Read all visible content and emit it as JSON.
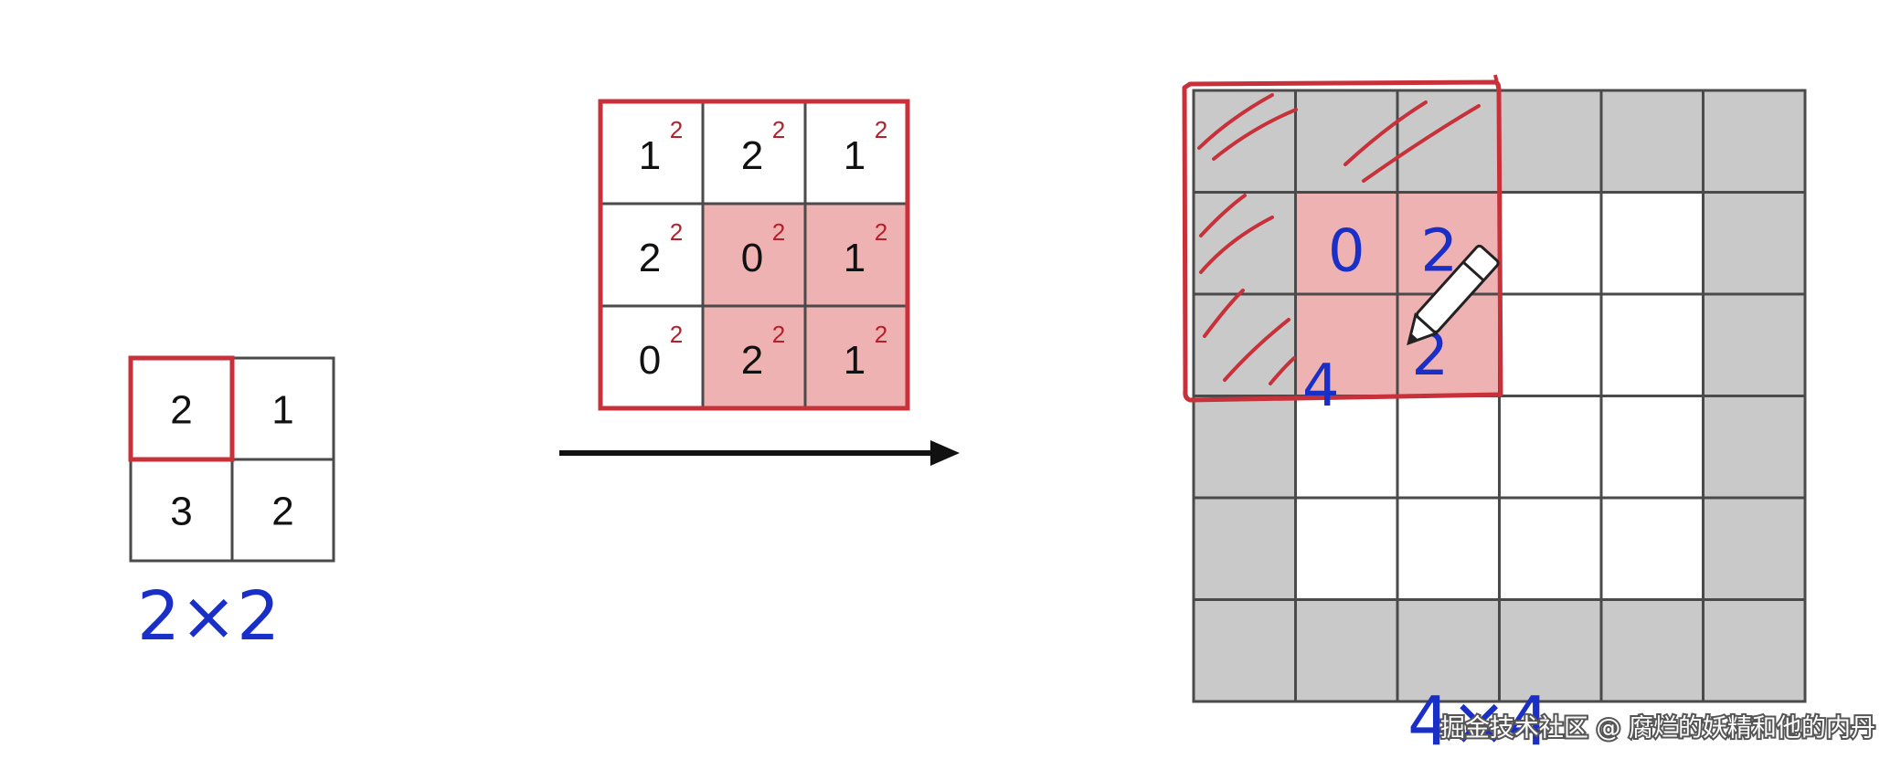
{
  "input": {
    "values": [
      [
        "2",
        "1"
      ],
      [
        "3",
        "2"
      ]
    ],
    "highlighted_cell": [
      0,
      0
    ],
    "size_note": "2×2"
  },
  "kernel": {
    "values": [
      [
        "1",
        "2",
        "1"
      ],
      [
        "2",
        "0",
        "1"
      ],
      [
        "0",
        "2",
        "1"
      ]
    ],
    "superscripts": [
      [
        "2",
        "2",
        "2"
      ],
      [
        "2",
        "2",
        "2"
      ],
      [
        "2",
        "2",
        "2"
      ]
    ],
    "shaded_cells": [
      [
        1,
        1
      ],
      [
        1,
        2
      ],
      [
        2,
        1
      ],
      [
        2,
        2
      ]
    ]
  },
  "output": {
    "grid_size": 6,
    "white_cells": [
      [
        1,
        3
      ],
      [
        1,
        4
      ],
      [
        2,
        3
      ],
      [
        2,
        4
      ],
      [
        3,
        1
      ],
      [
        3,
        2
      ],
      [
        3,
        3
      ],
      [
        3,
        4
      ],
      [
        4,
        1
      ],
      [
        4,
        2
      ],
      [
        4,
        3
      ],
      [
        4,
        4
      ]
    ],
    "shaded_cells": [
      [
        1,
        1
      ],
      [
        1,
        2
      ],
      [
        2,
        1
      ],
      [
        2,
        2
      ]
    ],
    "written_values": [
      {
        "text": "0",
        "row": 1,
        "col": 1
      },
      {
        "text": "2",
        "row": 1,
        "col": 2
      },
      {
        "text": "4",
        "row": 2,
        "col": 1
      },
      {
        "text": "2",
        "row": 2,
        "col": 2
      }
    ],
    "size_note": "4×4"
  },
  "watermark": "掘金技术社区 @ 腐烂的妖精和他的内丹",
  "colors": {
    "frame_red": "#c8313a",
    "shade_pink": "#eeb2b3",
    "gray_cell": "#c9c9c9",
    "grid_line": "#4a4a4a",
    "ink_blue": "#1a2fc8",
    "superscript_red": "#b3202a"
  }
}
